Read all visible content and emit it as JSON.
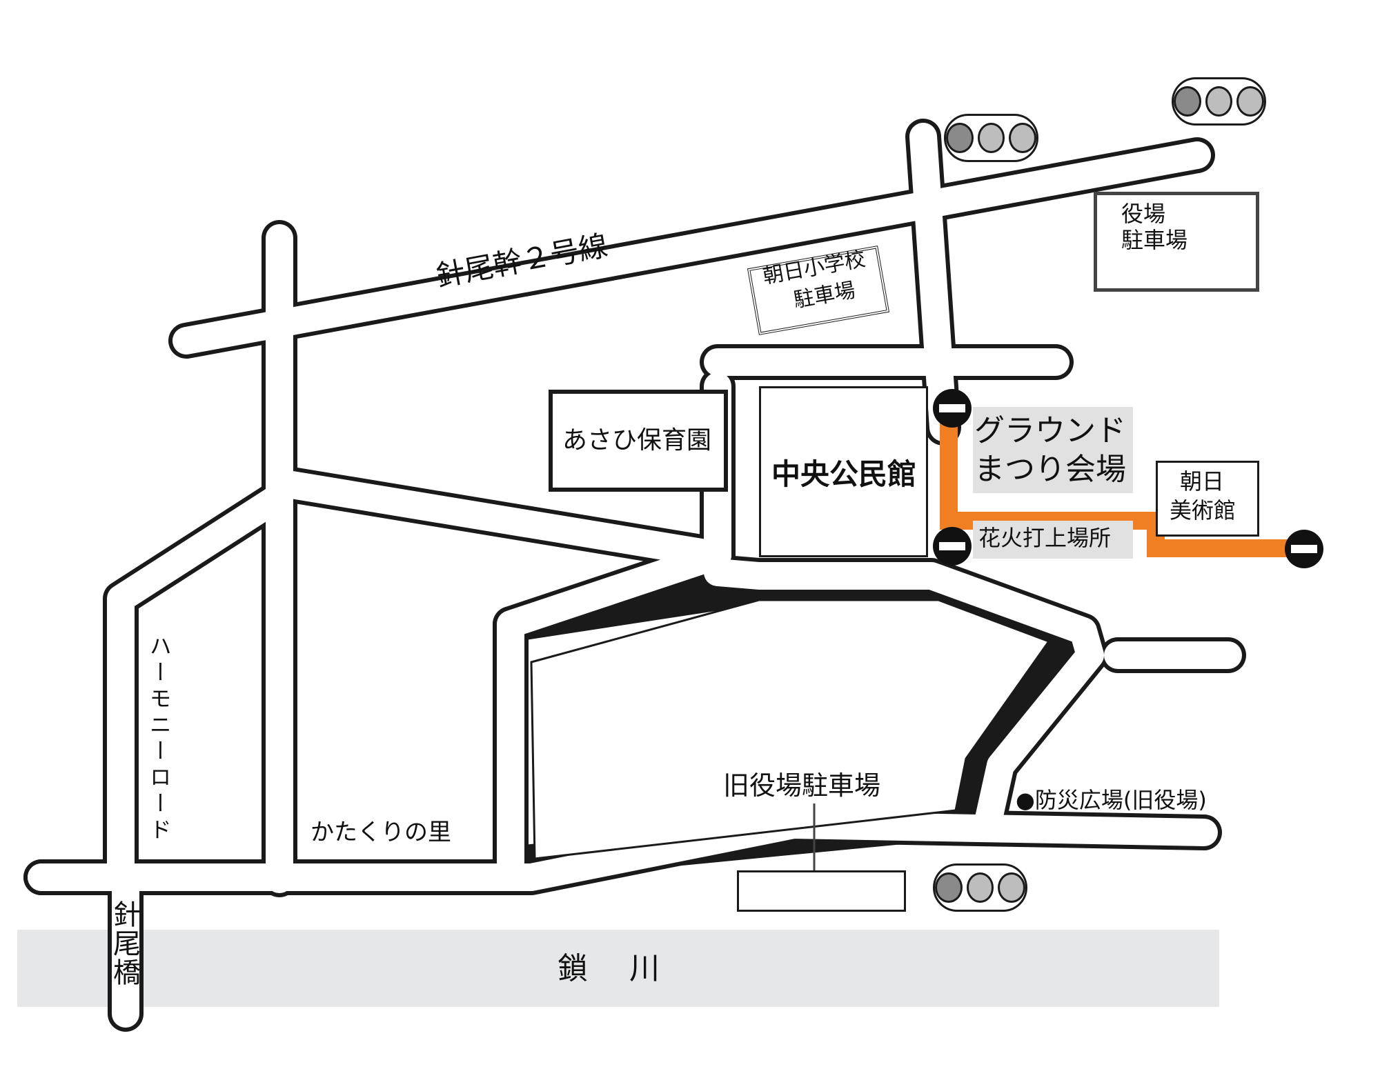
{
  "map": {
    "river_label": "鎖　川",
    "colors": {
      "road_outline": "#1a1a1a",
      "road_fill": "#ffffff",
      "river": "#e6e7e9",
      "closed_route": "#f07f24",
      "venue_shade": "#e1e1e1",
      "signal_lamp": "#9a9a9a"
    },
    "labels": {
      "main_road": "針尾幹２号線",
      "harmony_road": "ハーモニーロード",
      "bridge": "針尾橋",
      "katakuri": "かたくりの里",
      "old_office_parking": "旧役場駐車場",
      "disaster_plaza": "●防災広場(旧役場)",
      "community_center": "中央公民館",
      "nursery": "あさひ保育園",
      "school_parking_line1": "朝日小学校",
      "school_parking_line2": "駐車場",
      "office_parking_line1": "役場",
      "office_parking_line2": "駐車場",
      "venue_line1": "グラウンド",
      "venue_line2": "まつり会場",
      "fireworks": "花火打上場所",
      "museum_line1": "朝日",
      "museum_line2": "美術館"
    },
    "icons": [
      "traffic-signal-icon",
      "no-entry-icon"
    ]
  }
}
